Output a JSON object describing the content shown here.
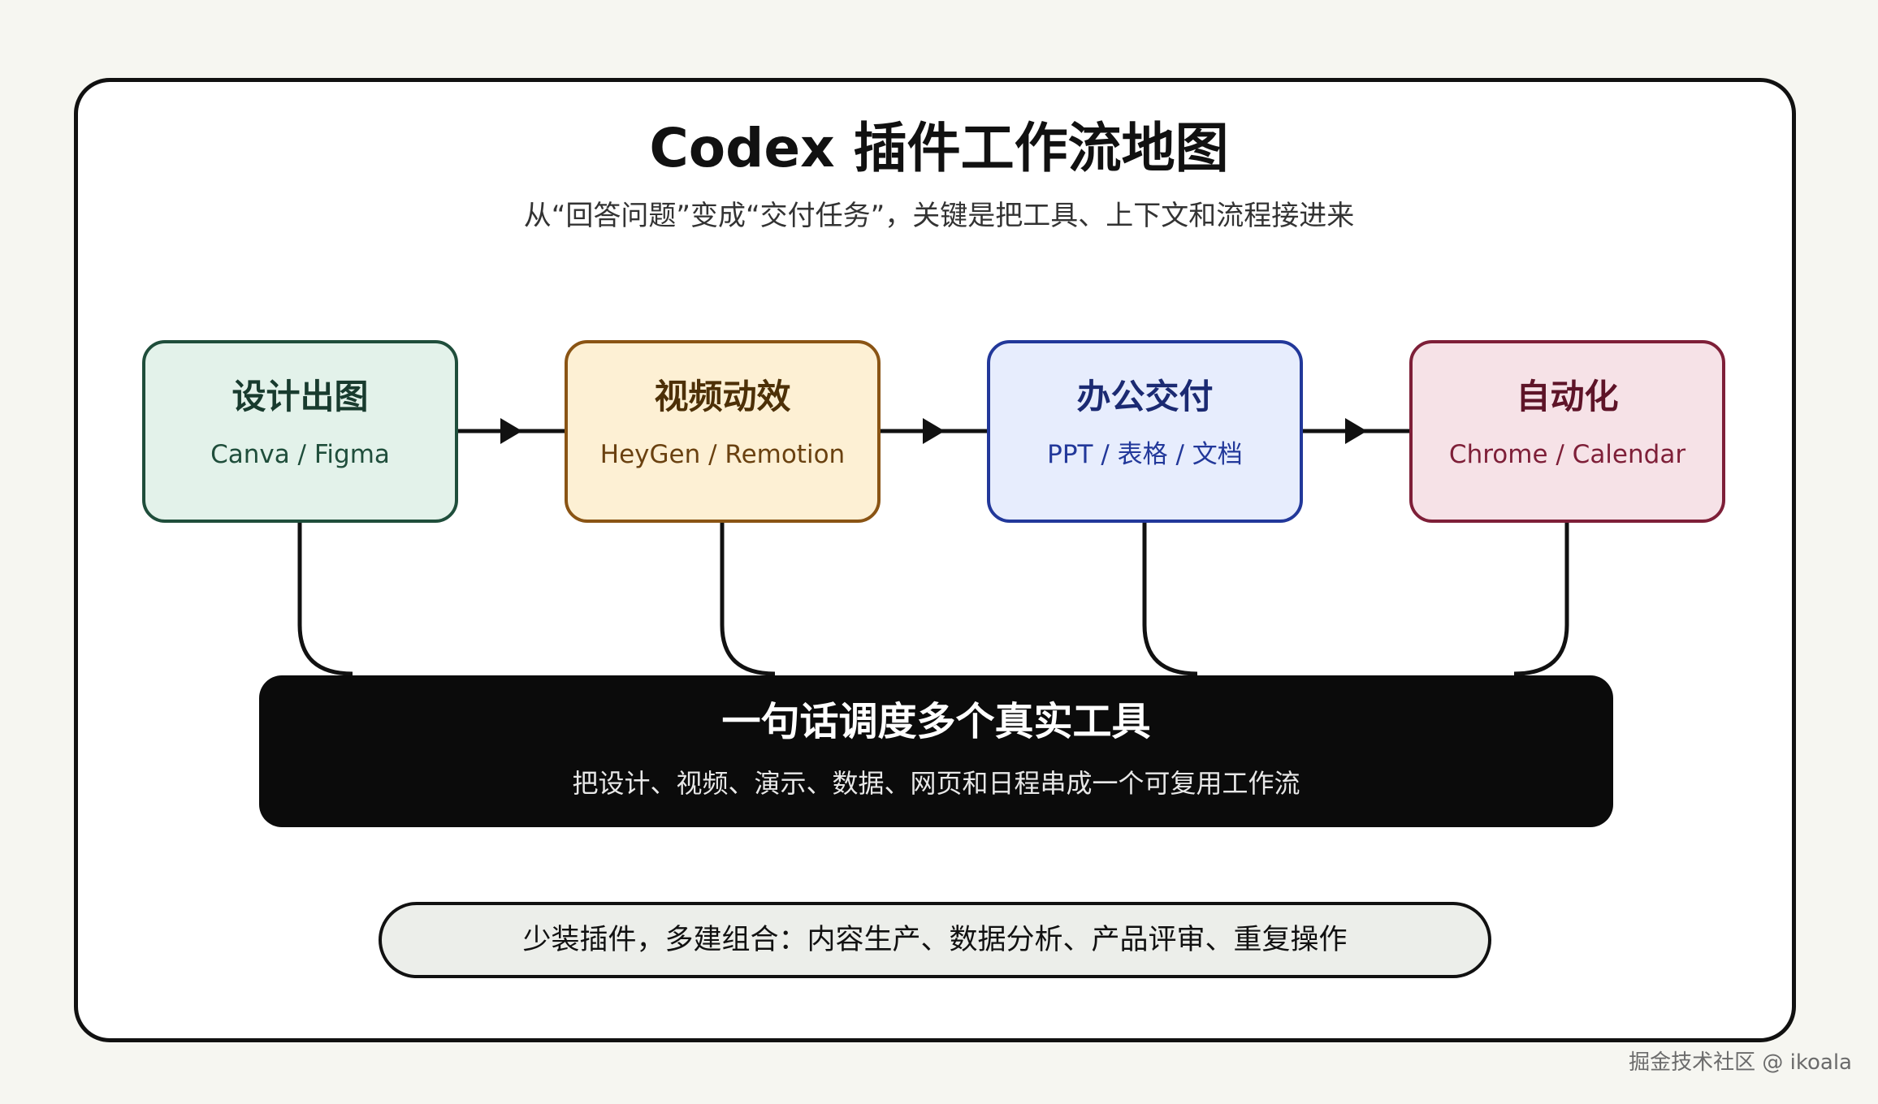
{
  "title": "Codex 插件工作流地图",
  "subtitle": "从“回答问题”变成“交付任务”，关键是把工具、上下文和流程接进来",
  "stages": [
    {
      "name": "设计出图",
      "tools": "Canva / Figma"
    },
    {
      "name": "视频动效",
      "tools": "HeyGen / Remotion"
    },
    {
      "name": "办公交付",
      "tools": "PPT / 表格 / 文档"
    },
    {
      "name": "自动化",
      "tools": "Chrome / Calendar"
    }
  ],
  "hub": {
    "title": "一句话调度多个真实工具",
    "subtitle": "把设计、视频、演示、数据、网页和日程串成一个可复用工作流"
  },
  "footer_note": "少装插件，多建组合：内容生产、数据分析、产品评审、重复操作",
  "watermark": "掘金技术社区 @ ikoala",
  "colors": {
    "stage_1": "#e3f2ea",
    "stage_2": "#fdf0d4",
    "stage_3": "#e7edfd",
    "stage_4": "#f6e2e7",
    "hub": "#0b0b0b",
    "frame": "#111111"
  }
}
